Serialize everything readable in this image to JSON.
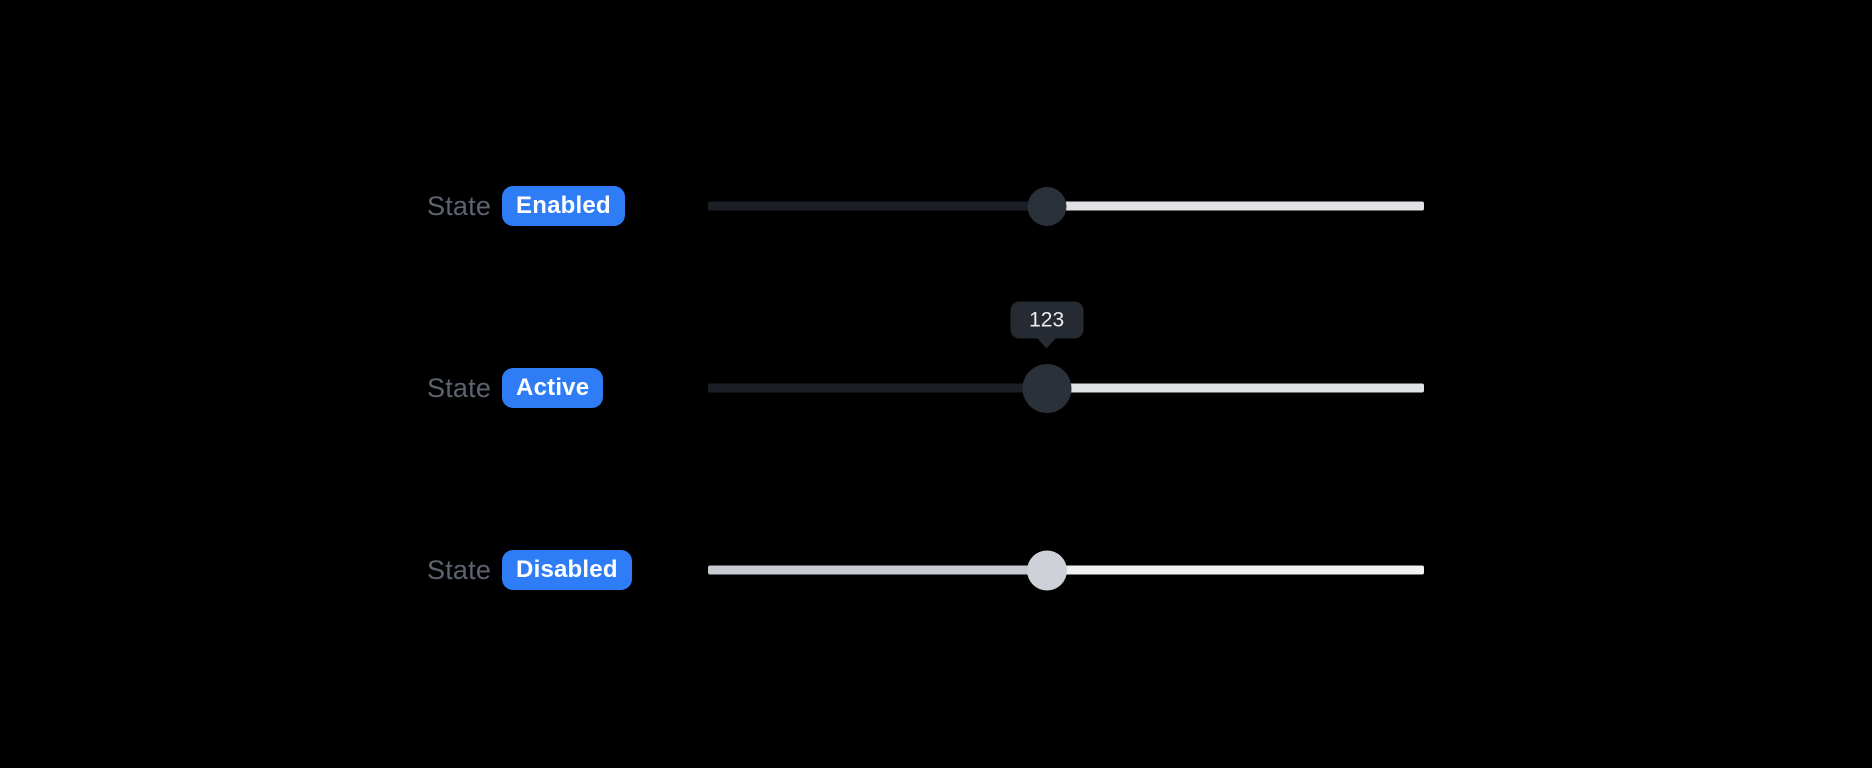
{
  "page": {
    "background": "#000000"
  },
  "sliders": [
    {
      "name": "enabled",
      "label": "State",
      "badge": "Enabled",
      "value_percent": 47.3,
      "tooltip": null,
      "disabled": false
    },
    {
      "name": "active",
      "label": "State",
      "badge": "Active",
      "value_percent": 47.3,
      "tooltip": "123",
      "disabled": false
    },
    {
      "name": "disabled",
      "label": "State",
      "badge": "Disabled",
      "value_percent": 47.3,
      "tooltip": null,
      "disabled": true
    }
  ],
  "colors": {
    "badge_bg": "#2e7df6",
    "badge_text": "#ffffff",
    "label_text": "#5d6470",
    "track_filled": "#1b1e24",
    "track_remaining": "#e0e2e6",
    "thumb": "#2b313a",
    "track_filled_disabled": "#c7cad0",
    "track_remaining_disabled": "#f1f2f4",
    "thumb_disabled": "#ced2d8",
    "tooltip_bg": "#262b33",
    "tooltip_text": "#eceef0"
  }
}
